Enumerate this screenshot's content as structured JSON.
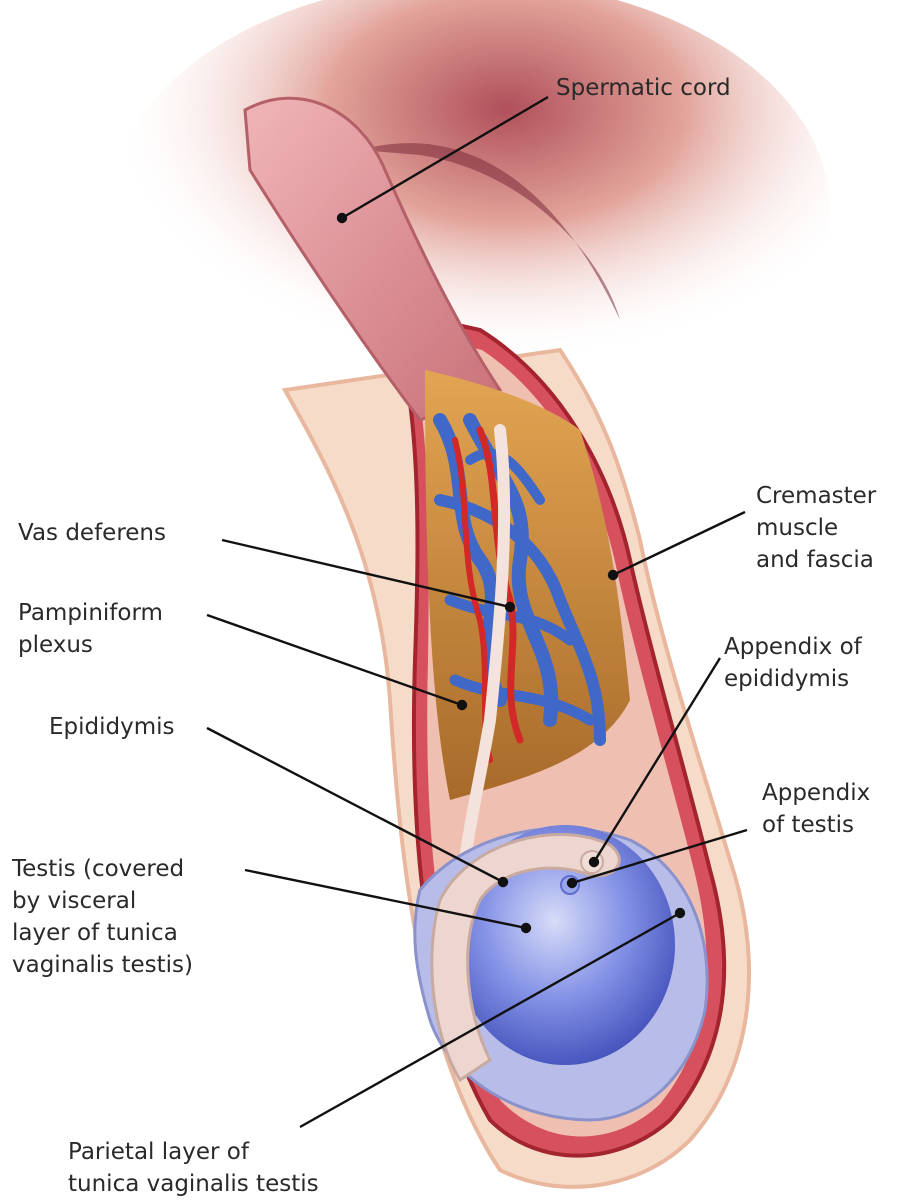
{
  "labels": {
    "spermatic_cord": [
      "Spermatic cord"
    ],
    "cremaster": [
      "Cremaster",
      "muscle",
      "and fascia"
    ],
    "vas_deferens": [
      "Vas deferens"
    ],
    "pampiniform": [
      "Pampiniform",
      "plexus"
    ],
    "appendix_epididymis": [
      "Appendix of",
      "epididymis"
    ],
    "epididymis": [
      "Epididymis"
    ],
    "appendix_testis": [
      "Appendix",
      "of testis"
    ],
    "testis": [
      "Testis (covered",
      "by visceral",
      "layer of tunica",
      "vaginalis testis)"
    ],
    "parietal": [
      "Parietal layer of",
      "tunica vaginalis testis"
    ]
  },
  "colors": {
    "cord": "#e3a0a6",
    "skin": "#f2cdb4",
    "muscle": "#c93040",
    "fat": "#c98a3c",
    "vein": "#3f68c8",
    "artery": "#d22828",
    "testis": "#6e7ee0",
    "epididymis": "#ecd6cf",
    "leader": "#111111"
  }
}
